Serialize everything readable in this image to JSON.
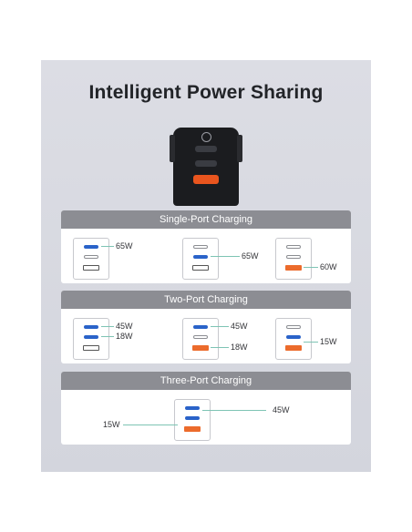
{
  "title": "Intelligent Power Sharing",
  "sections": [
    {
      "heading": "Single-Port Charging",
      "items": [
        {
          "ports": [
            "c-active",
            "c",
            "a"
          ],
          "labels": [
            "65W"
          ]
        },
        {
          "ports": [
            "c",
            "c-active",
            "a"
          ],
          "labels": [
            "65W"
          ]
        },
        {
          "ports": [
            "c",
            "c",
            "a-active"
          ],
          "labels": [
            "60W"
          ]
        }
      ]
    },
    {
      "heading": "Two-Port Charging",
      "items": [
        {
          "ports": [
            "c-active",
            "c-active",
            "a"
          ],
          "labels": [
            "45W",
            "18W"
          ]
        },
        {
          "ports": [
            "c-active",
            "c",
            "a-active"
          ],
          "labels": [
            "45W",
            "18W"
          ]
        },
        {
          "ports": [
            "c",
            "c-active",
            "a-active"
          ],
          "labels": [
            "15W"
          ]
        }
      ]
    },
    {
      "heading": "Three-Port Charging",
      "items": [
        {
          "ports": [
            "c-active",
            "c-active",
            "a-active"
          ],
          "labels": [
            "45W",
            "15W"
          ]
        }
      ]
    }
  ],
  "colors": {
    "usb_c_active": "#2a63c9",
    "usb_a_active": "#ec6b2c",
    "section_header": "#8c8d93",
    "leader_line": "#7ec4b4"
  }
}
